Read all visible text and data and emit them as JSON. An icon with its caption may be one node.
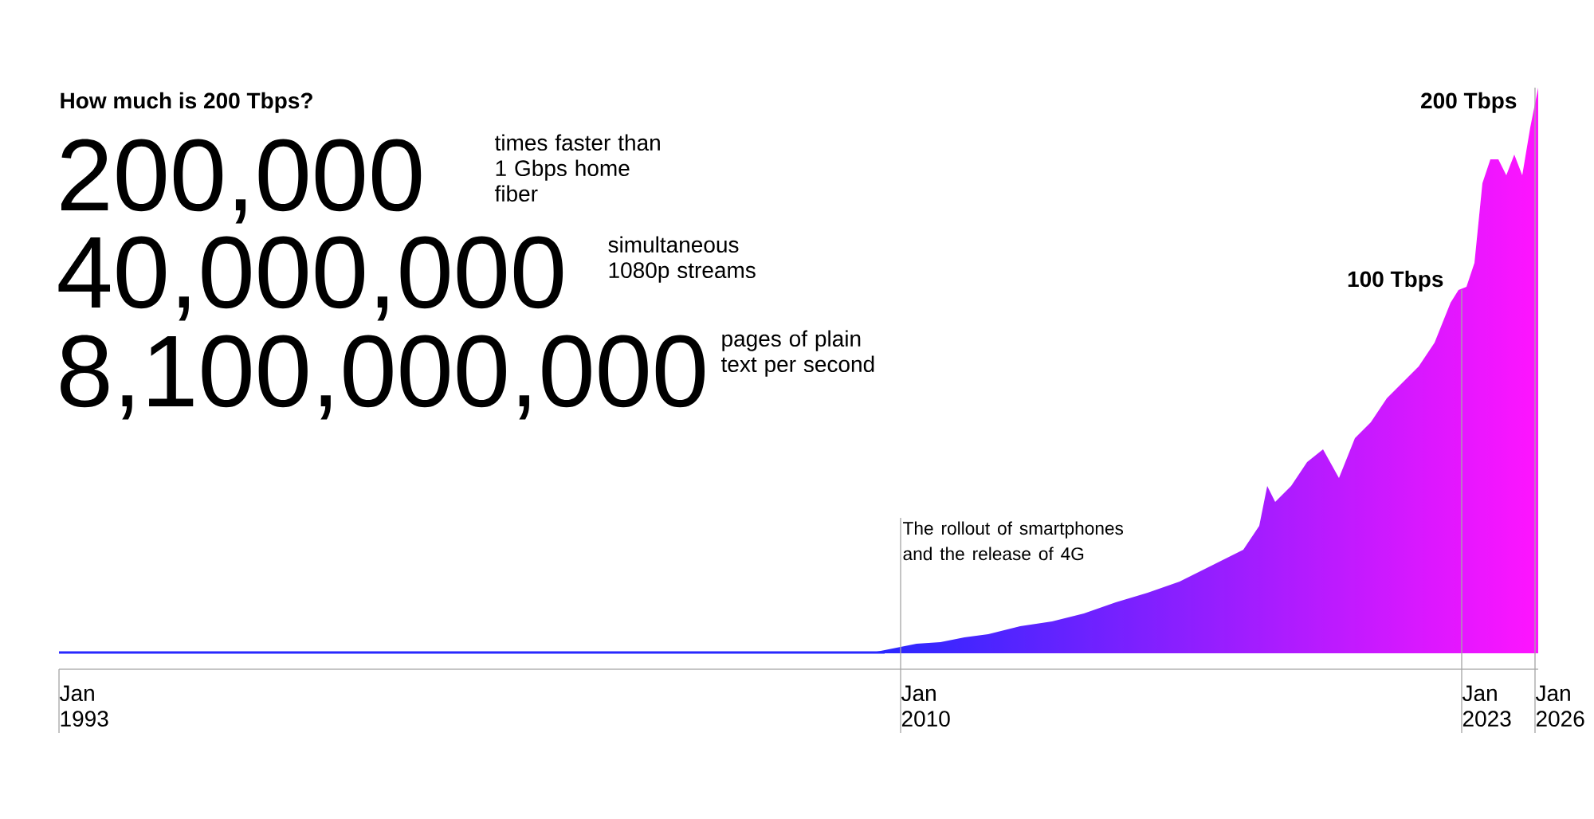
{
  "diagram": {
    "title": "How much is 200 Tbps?",
    "labels": [
      "200,000",
      "times faster than 1 Gbps home fiber",
      "40,000,000",
      "simultaneous 1080p streams",
      "8,100,000,000",
      "pages of plain text per second",
      "200 Tbps",
      "100 Tbps",
      "The rollout of smartphones and the release of 4G",
      "Jan 1993",
      "Jan 2010",
      "Jan 2023",
      "Jan 2026"
    ]
  }
}
